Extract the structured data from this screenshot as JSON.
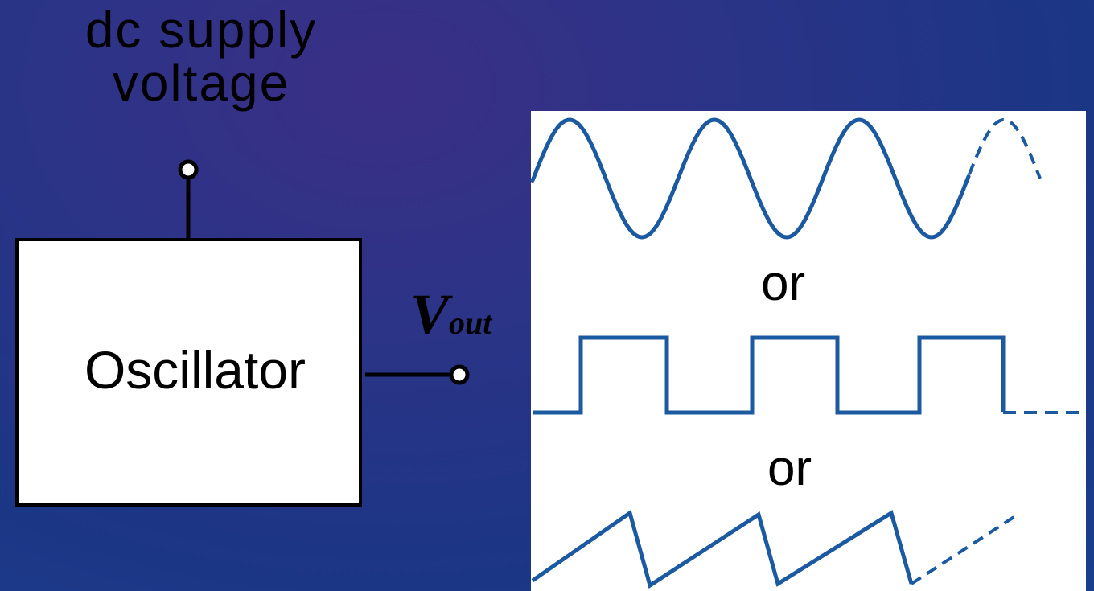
{
  "supply": {
    "line1": "dc supply",
    "line2": "voltage"
  },
  "block": {
    "label": "Oscillator"
  },
  "output": {
    "symbol": "V",
    "subscript": "out"
  },
  "waveforms": {
    "separator_1": "or",
    "separator_2": "or",
    "items": [
      "sine-wave",
      "square-wave",
      "sawtooth-wave"
    ],
    "stroke_color": "#1b5aa0"
  },
  "colors": {
    "background_top": "#3a2f86",
    "background_bottom": "#193e8c",
    "panel": "#ffffff",
    "ink": "#000000"
  }
}
